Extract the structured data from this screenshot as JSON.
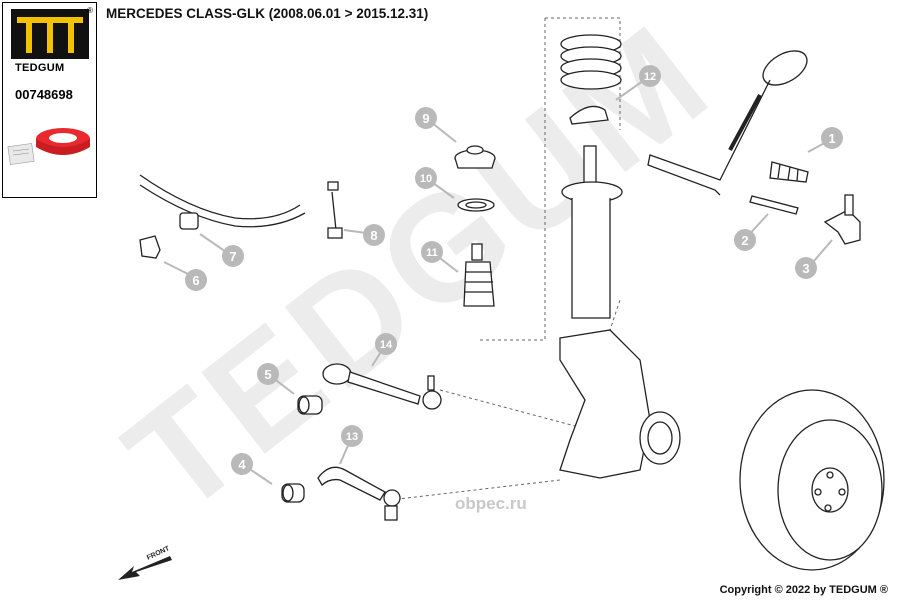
{
  "brand": {
    "name": "TEDGUM",
    "registered": "®",
    "part_number": "00748698"
  },
  "title": "MERCEDES CLASS-GLK (2008.06.01 > 2015.12.31)",
  "copyright": "Copyright © 2022 by TEDGUM ®",
  "watermark": {
    "text": "TEDGUM",
    "site": "obpec.ru"
  },
  "direction_label": "FRONT",
  "colors": {
    "callout": "#b9b9b9",
    "watermark": "#ececec",
    "highlight_part": "#e8292e",
    "line": "#333333"
  },
  "callouts": [
    "1",
    "2",
    "3",
    "4",
    "5",
    "6",
    "7",
    "8",
    "9",
    "10",
    "11",
    "12",
    "13",
    "14"
  ]
}
